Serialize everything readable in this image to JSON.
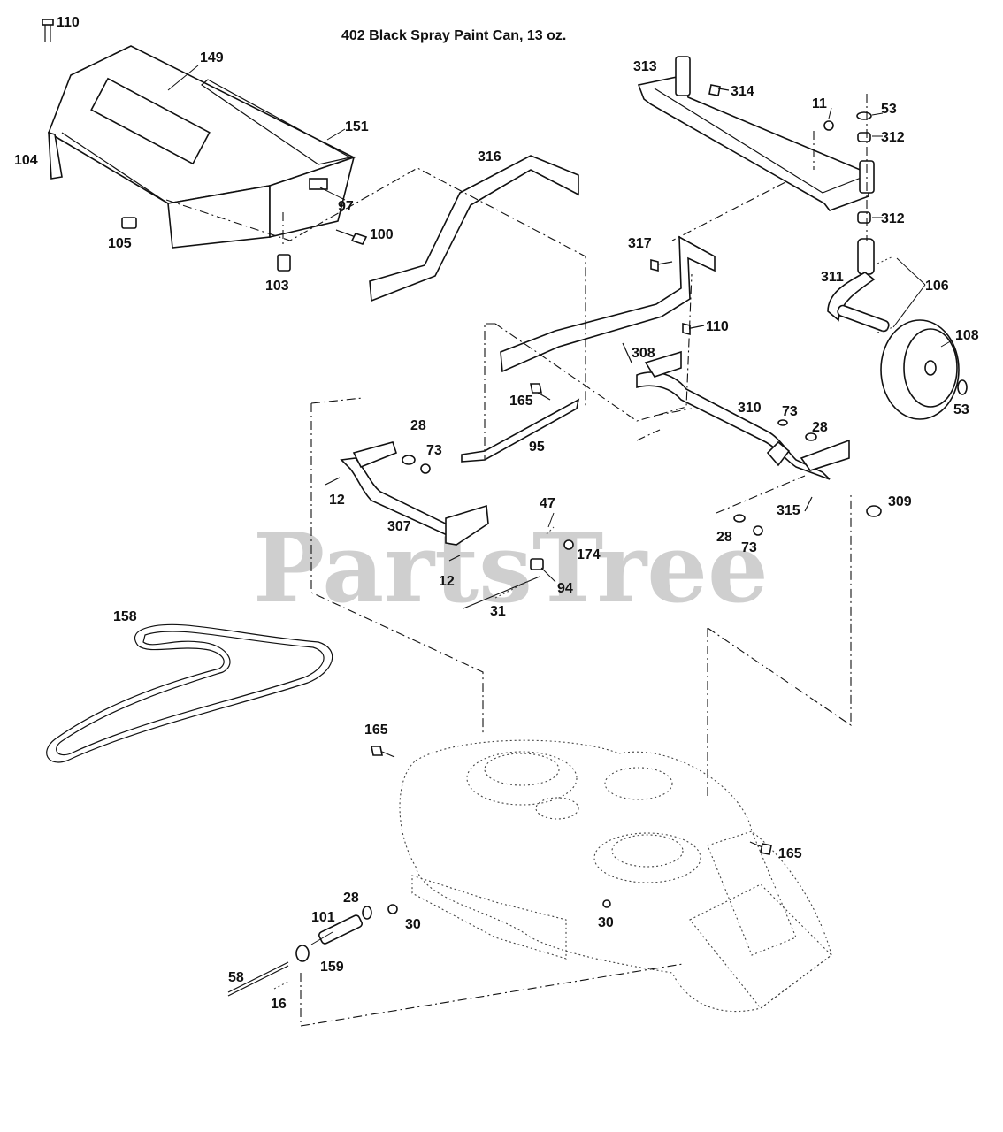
{
  "header_note": "402 Black Spray Paint Can, 13 oz.",
  "watermark": "PartsTree",
  "callouts": [
    {
      "id": "c110a",
      "text": "110"
    },
    {
      "id": "c149",
      "text": "149"
    },
    {
      "id": "c151",
      "text": "151"
    },
    {
      "id": "c104",
      "text": "104"
    },
    {
      "id": "c97",
      "text": "97"
    },
    {
      "id": "c100",
      "text": "100"
    },
    {
      "id": "c105",
      "text": "105"
    },
    {
      "id": "c103",
      "text": "103"
    },
    {
      "id": "c316",
      "text": "316"
    },
    {
      "id": "c313",
      "text": "313"
    },
    {
      "id": "c314",
      "text": "314"
    },
    {
      "id": "c11",
      "text": "11"
    },
    {
      "id": "c53a",
      "text": "53"
    },
    {
      "id": "c312a",
      "text": "312"
    },
    {
      "id": "c312b",
      "text": "312"
    },
    {
      "id": "c317",
      "text": "317"
    },
    {
      "id": "c311",
      "text": "311"
    },
    {
      "id": "c106",
      "text": "106"
    },
    {
      "id": "c110b",
      "text": "110"
    },
    {
      "id": "c108",
      "text": "108"
    },
    {
      "id": "c308",
      "text": "308"
    },
    {
      "id": "c53b",
      "text": "53"
    },
    {
      "id": "c165a",
      "text": "165"
    },
    {
      "id": "c310",
      "text": "310"
    },
    {
      "id": "c73a",
      "text": "73"
    },
    {
      "id": "c28a",
      "text": "28"
    },
    {
      "id": "c28b",
      "text": "28"
    },
    {
      "id": "c73b",
      "text": "73"
    },
    {
      "id": "c95",
      "text": "95"
    },
    {
      "id": "c12a",
      "text": "12"
    },
    {
      "id": "c307",
      "text": "307"
    },
    {
      "id": "c47",
      "text": "47"
    },
    {
      "id": "c174",
      "text": "174"
    },
    {
      "id": "c315",
      "text": "315"
    },
    {
      "id": "c309",
      "text": "309"
    },
    {
      "id": "c28c",
      "text": "28"
    },
    {
      "id": "c73c",
      "text": "73"
    },
    {
      "id": "c12b",
      "text": "12"
    },
    {
      "id": "c94",
      "text": "94"
    },
    {
      "id": "c31",
      "text": "31"
    },
    {
      "id": "c158",
      "text": "158"
    },
    {
      "id": "c165b",
      "text": "165"
    },
    {
      "id": "c165c",
      "text": "165"
    },
    {
      "id": "c28d",
      "text": "28"
    },
    {
      "id": "c101",
      "text": "101"
    },
    {
      "id": "c30a",
      "text": "30"
    },
    {
      "id": "c30b",
      "text": "30"
    },
    {
      "id": "c159",
      "text": "159"
    },
    {
      "id": "c58",
      "text": "58"
    },
    {
      "id": "c16",
      "text": "16"
    }
  ]
}
